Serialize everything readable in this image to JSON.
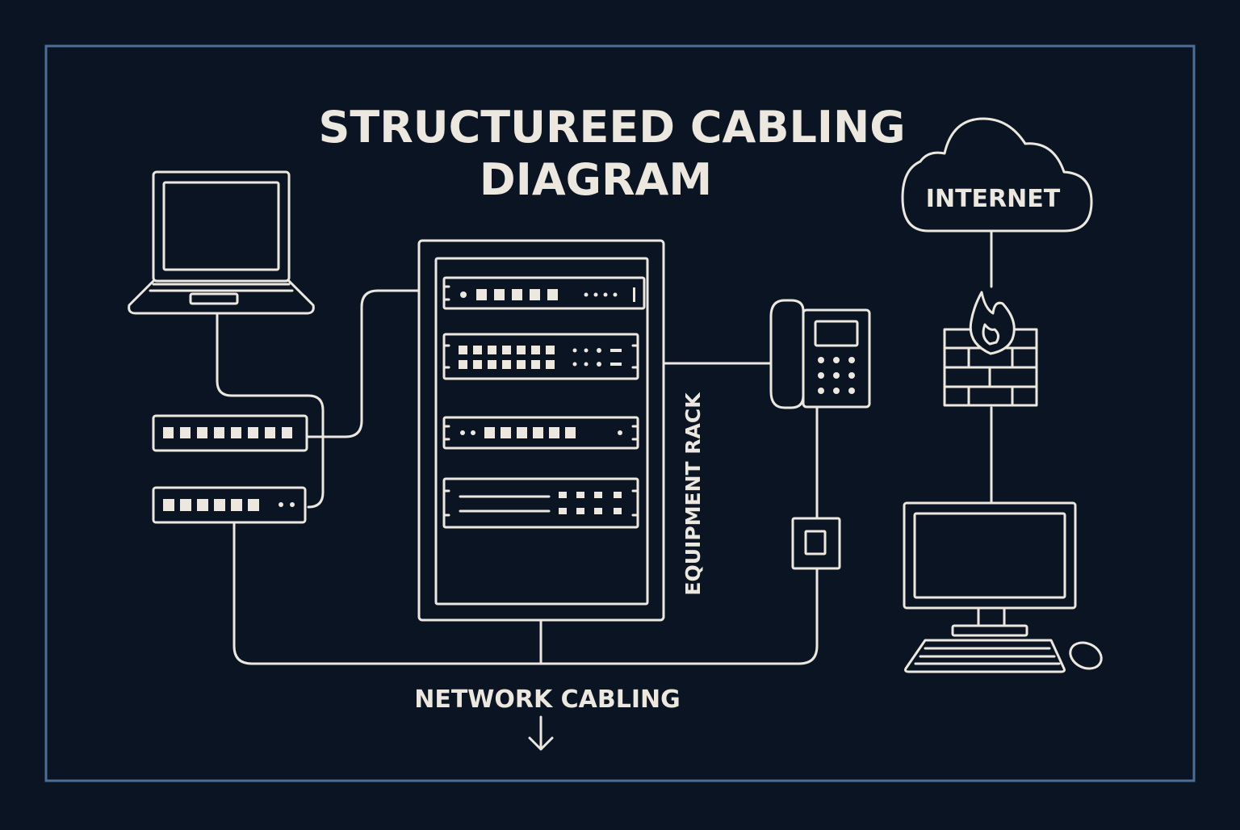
{
  "title": {
    "line1": "STRUCTUREED CABLING",
    "line2": "DIAGRAM"
  },
  "labels": {
    "internet": "INTERNET",
    "equipment_rack": "EQUIPMENT RACK",
    "network_cabling": "NETWORK CABLING"
  },
  "icons": {
    "laptop": "laptop-icon",
    "switch_top": "network-switch-icon",
    "switch_bottom": "patch-panel-icon",
    "rack": "server-rack-icon",
    "phone": "ip-phone-icon",
    "wall_jack": "wall-jack-icon",
    "cloud": "cloud-icon",
    "firewall": "firewall-icon",
    "desktop": "desktop-computer-icon",
    "mouse": "mouse-icon",
    "arrow": "arrow-down-icon"
  },
  "colors": {
    "background": "#0b1422",
    "frame": "#4d6f95",
    "stroke": "#ece8e0"
  }
}
